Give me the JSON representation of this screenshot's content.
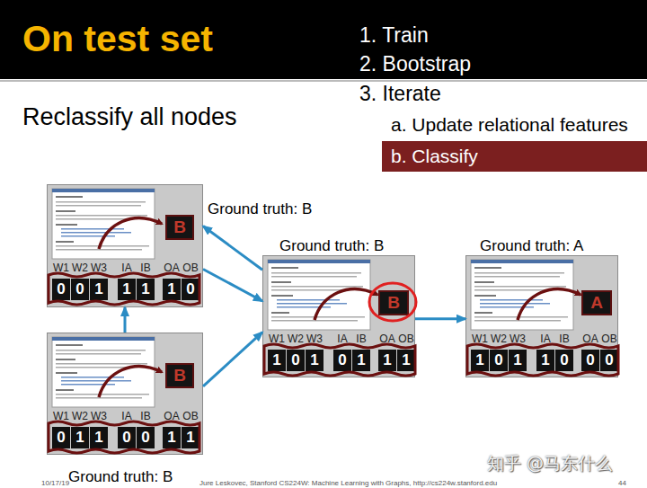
{
  "diagram": {
    "title": "On test set",
    "nodes": [
      {
        "text": [
          "b. Classify"
        ]
      },
      {
        "text": [
          "Ground truth: B"
        ]
      },
      {
        "text": [
          "B"
        ],
        "in": 1
      },
      {
        "text": [
          "0"
        ],
        "in": 1
      },
      {
        "text": [
          "0"
        ],
        "in": 1
      },
      {
        "text": [
          "1"
        ],
        "in": 1
      },
      {
        "text": [
          "1"
        ],
        "in": 1
      },
      {
        "text": [
          "1"
        ],
        "in": 1
      },
      {
        "text": [
          "1"
        ],
        "in": 1
      },
      {
        "text": [
          "0"
        ],
        "in": 1
      },
      {
        "text": [
          "Ground truth: B"
        ]
      },
      {
        "text": [
          "B"
        ],
        "in": 10
      },
      {
        "text": [
          "1"
        ],
        "in": 10
      },
      {
        "text": [
          "0"
        ],
        "in": 10
      },
      {
        "text": [
          "1"
        ],
        "in": 10
      },
      {
        "text": [
          "0"
        ],
        "in": 10
      },
      {
        "text": [
          "1"
        ],
        "in": 10
      },
      {
        "text": [
          "1"
        ],
        "in": 10
      },
      {
        "text": [
          "1"
        ],
        "in": 10
      },
      {
        "text": [
          "Ground truth: A"
        ]
      },
      {
        "text": [
          "A"
        ],
        "in": 19
      },
      {
        "text": [
          "1"
        ],
        "in": 19
      },
      {
        "text": [
          "0"
        ],
        "in": 19
      },
      {
        "text": [
          "1"
        ],
        "in": 19
      },
      {
        "text": [
          "1"
        ],
        "in": 19
      },
      {
        "text": [
          "0"
        ],
        "in": 19
      },
      {
        "text": [
          "0"
        ],
        "in": 19
      },
      {
        "text": [
          "0"
        ],
        "in": 19
      },
      {
        "text": [
          "Ground truth: B"
        ]
      },
      {
        "text": [
          "B"
        ],
        "in": 28
      },
      {
        "text": [
          "0"
        ],
        "in": 28
      },
      {
        "text": [
          "1"
        ],
        "in": 28
      },
      {
        "text": [
          "1"
        ],
        "in": 28
      },
      {
        "text": [
          "0"
        ],
        "in": 28
      },
      {
        "text": [
          "0"
        ],
        "in": 28
      },
      {
        "text": [
          "1"
        ],
        "in": 28
      },
      {
        "text": [
          "1"
        ],
        "in": 28
      }
    ],
    "edges": [
      {
        "from": 10,
        "to": 1,
        "arrow": "to"
      },
      {
        "from": 1,
        "to": 10,
        "arrow": "to"
      },
      {
        "from": 28,
        "to": 10,
        "arrow": "to"
      },
      {
        "from": 28,
        "to": 1,
        "arrow": "to"
      },
      {
        "from": 10,
        "to": 19,
        "arrow": "to"
      }
    ],
    "labels": [
      "1. Train",
      "2. Bootstrap",
      "3. Iterate",
      "a. Update relational features",
      "Reclassify all nodes",
      "W1",
      "W2",
      "W3",
      "IA",
      "IB",
      "OA",
      "OB",
      "W1",
      "W2",
      "W3",
      "IA",
      "IB",
      "OA",
      "OB",
      "W1",
      "W2",
      "W3",
      "IA",
      "IB",
      "OA",
      "OB",
      "W1",
      "W2",
      "W3",
      "IA",
      "IB",
      "OA",
      "OB",
      "10/17/19",
      "Jure Leskovec, Stanford CS224W: Machine Learning with Graphs, http://cs224w.stanford.edu",
      "44",
      "知乎 @马东什么"
    ]
  }
}
